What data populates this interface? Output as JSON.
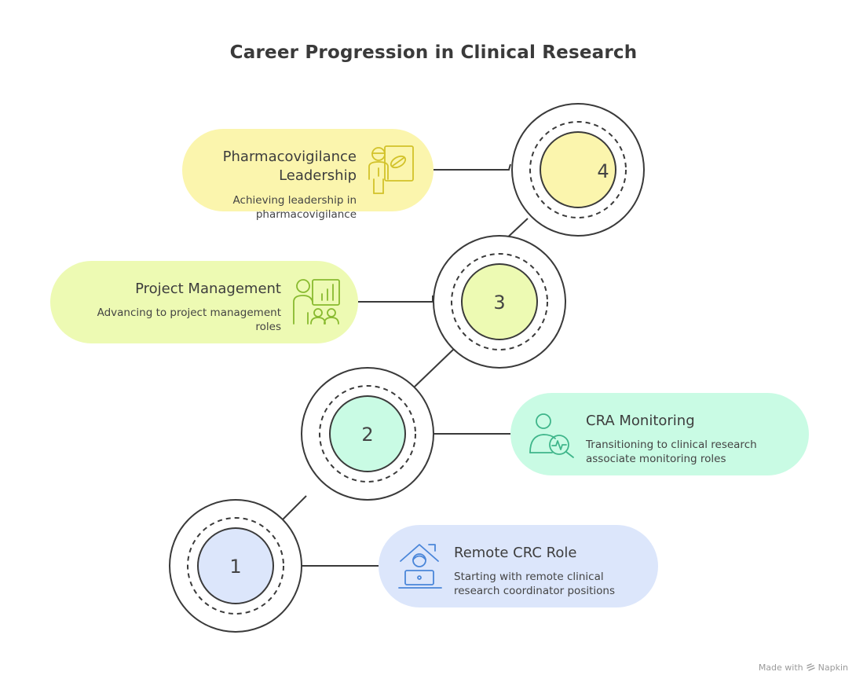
{
  "title": "Career Progression in Clinical Research",
  "colors": {
    "stroke": "#3a3a3a",
    "step1": "#dce6fb",
    "step2": "#c9fbe4",
    "step3": "#edfab3",
    "step4": "#fbf5ad",
    "icon1": "#4a86d9",
    "icon2": "#3fb58a",
    "icon3": "#88ba2f",
    "icon4": "#d2c22a"
  },
  "steps": [
    {
      "number": "1",
      "title": "Remote CRC Role",
      "description_lines": [
        "Starting with remote clinical",
        "research coordinator positions"
      ],
      "icon": "home-office-laptop-icon"
    },
    {
      "number": "2",
      "title": "CRA Monitoring",
      "description_lines": [
        "Transitioning to clinical research",
        "associate monitoring roles"
      ],
      "icon": "person-monitoring-chart-icon"
    },
    {
      "number": "3",
      "title": "Project Management",
      "description_lines": [
        "Advancing to project management",
        "roles"
      ],
      "icon": "presenter-team-chart-icon"
    },
    {
      "number": "4",
      "title_lines": [
        "Pharmacovigilance",
        "Leadership"
      ],
      "description_lines": [
        "Achieving leadership in",
        "pharmacovigilance"
      ],
      "icon": "presenter-pill-board-icon"
    }
  ],
  "credit": {
    "prefix": "Made with",
    "brand": "Napkin"
  }
}
